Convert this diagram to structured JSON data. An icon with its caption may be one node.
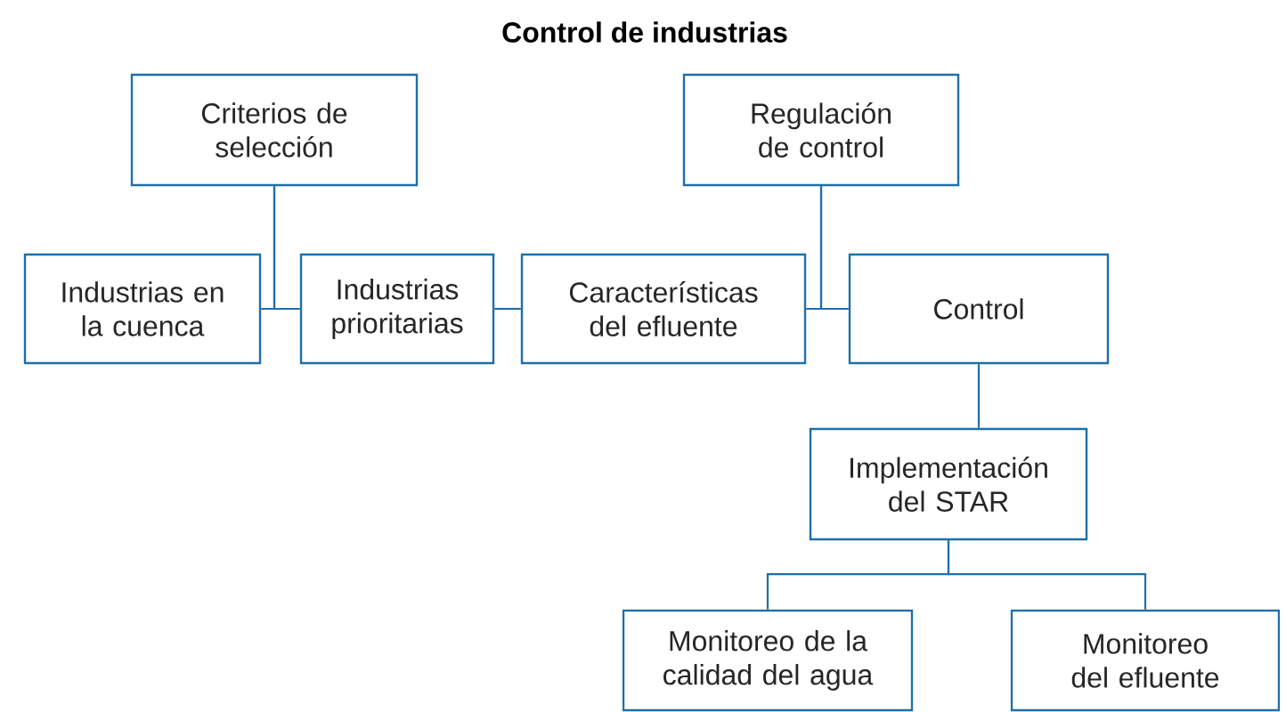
{
  "diagram": {
    "title": "Control de industrias",
    "nodes": [
      {
        "text": [
          "Criterios de selección"
        ]
      },
      {
        "text": [
          "Regulación de control"
        ]
      },
      {
        "text": [
          "Industrias en la cuenca"
        ]
      },
      {
        "text": [
          "Industrias prioritarias"
        ]
      },
      {
        "text": [
          "Características del efluente"
        ]
      },
      {
        "text": [
          "Control"
        ]
      },
      {
        "text": [
          "Implementación del STAR"
        ]
      },
      {
        "text": [
          "Monitoreo de la calidad del agua"
        ]
      },
      {
        "text": [
          "Monitoreo del efluente"
        ]
      }
    ],
    "edges": [
      {
        "from": 0,
        "to": 2,
        "arrow": "none"
      },
      {
        "from": 0,
        "to": 3,
        "arrow": "none"
      },
      {
        "from": 3,
        "to": 4,
        "arrow": "none"
      },
      {
        "from": 1,
        "to": 4,
        "arrow": "none"
      },
      {
        "from": 1,
        "to": 5,
        "arrow": "none"
      },
      {
        "from": 5,
        "to": 6,
        "arrow": "none"
      },
      {
        "from": 6,
        "to": 7,
        "arrow": "none"
      },
      {
        "from": 6,
        "to": 8,
        "arrow": "none"
      }
    ]
  }
}
